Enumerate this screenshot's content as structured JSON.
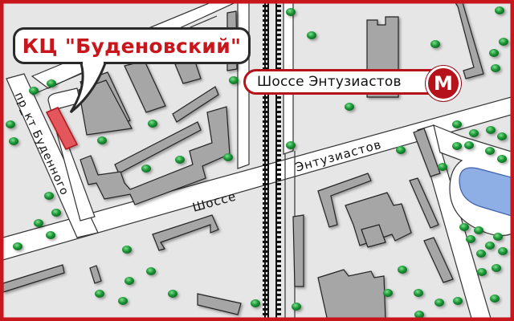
{
  "map": {
    "title": "КЦ \"Буденовский\"",
    "metro_station": {
      "name": "Шоссе Энтузиастов",
      "icon": "metro-m-icon",
      "symbol": "М"
    },
    "streets": [
      {
        "name": "Шоссе",
        "part": "highway-west"
      },
      {
        "name": "Энтузиастов",
        "part": "highway-east"
      },
      {
        "name": "пр_кт Буденного",
        "part": "avenue"
      }
    ],
    "colors": {
      "frame": "#c8161d",
      "background": "#e6e6e6",
      "road": "#ffffff",
      "building": "#a6a6a6",
      "target_building": "#e2575c",
      "tree": "#1f9a3a",
      "water": "#8eaee6",
      "railway": "#111111",
      "title_text": "#c8161d",
      "metro": "#b5121b"
    }
  }
}
